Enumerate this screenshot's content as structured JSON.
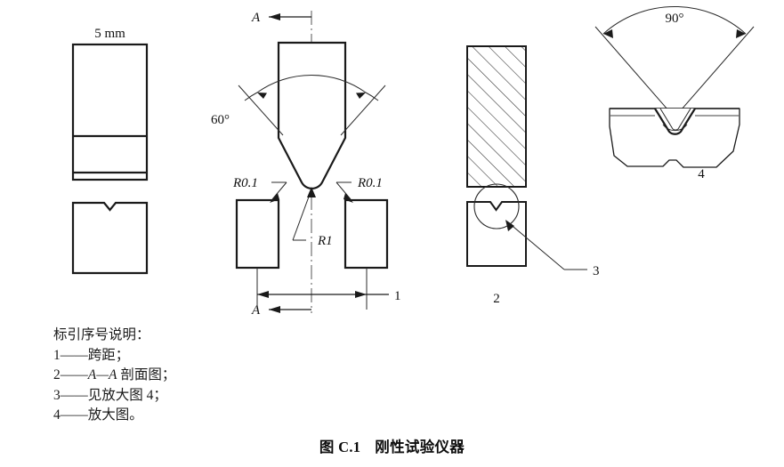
{
  "figure": {
    "caption_label": "图 C.1",
    "caption_title": "刚性试验仪器"
  },
  "legend": {
    "header": "标引序号说明：",
    "items": [
      {
        "num": "1",
        "dash": "——",
        "text": "跨距；"
      },
      {
        "num": "2",
        "dash": "——",
        "italic": "A—A",
        "text": " 剖面图；"
      },
      {
        "num": "3",
        "dash": "——",
        "text": "见放大图 4；"
      },
      {
        "num": "4",
        "dash": "——",
        "text": "放大图。"
      }
    ]
  },
  "views": {
    "view1": {
      "name": "specimen-side-view",
      "dimension_label": "5 mm"
    },
    "view2": {
      "name": "anvil-front-view",
      "section_mark_top": "A",
      "section_mark_bottom": "A",
      "angle_label": "60°",
      "radius_left": "R0.1",
      "radius_right": "R0.1",
      "radius_tip": "R1",
      "span_label": "1"
    },
    "view3": {
      "name": "section-view",
      "view_label": "2",
      "detail_callout": "3"
    },
    "view4": {
      "name": "enlarged-detail-view",
      "angle_label": "90°",
      "view_label": "4"
    }
  },
  "colors": {
    "stroke": "#1a1a1a",
    "thin_stroke": "#2b2b2b",
    "background": "#ffffff"
  }
}
